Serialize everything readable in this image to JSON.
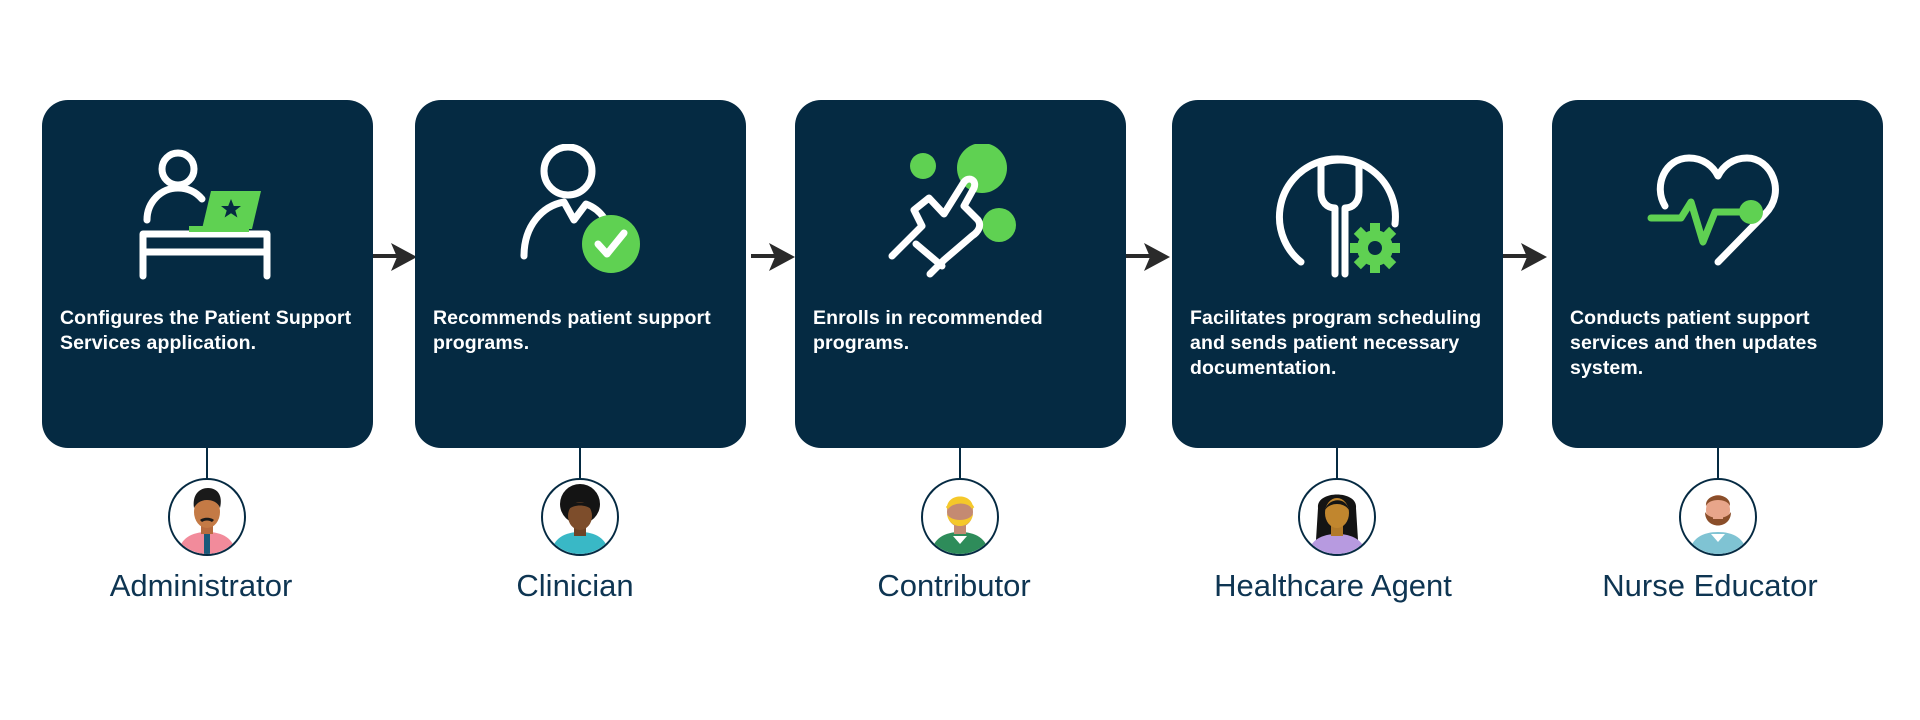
{
  "colors": {
    "card_bg": "#052a42",
    "accent_green": "#5fd152",
    "arrow": "#2a2a2a",
    "role_text": "#0e3552"
  },
  "steps": [
    {
      "icon": "user-at-laptop-star-icon",
      "description": "Configures the Patient Support Services application.",
      "role": "Administrator",
      "avatar": "administrator-avatar"
    },
    {
      "icon": "user-check-icon",
      "description": "Recommends patient support programs.",
      "role": "Clinician",
      "avatar": "clinician-avatar"
    },
    {
      "icon": "hand-tap-icon",
      "description": "Enrolls in recommended programs.",
      "role": "Contributor",
      "avatar": "contributor-avatar"
    },
    {
      "icon": "wrench-gear-icon",
      "description": "Facilitates program scheduling and sends patient necessary documentation.",
      "role": "Healthcare Agent",
      "avatar": "healthcare-agent-avatar"
    },
    {
      "icon": "heart-pulse-icon",
      "description": "Conducts patient support services and then updates system.",
      "role": "Nurse Educator",
      "avatar": "nurse-educator-avatar"
    }
  ]
}
